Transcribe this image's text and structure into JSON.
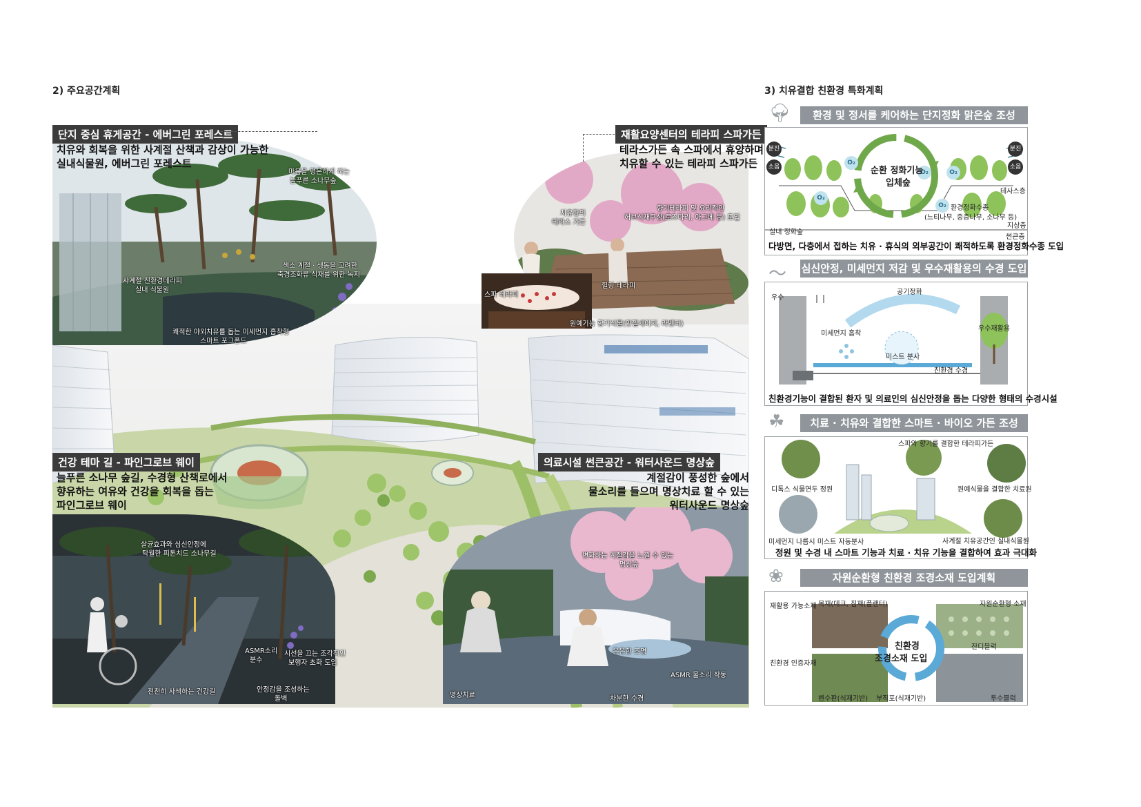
{
  "left": {
    "heading": "2) 주요공간계획",
    "evergreen": {
      "label": "단지 중심 휴게공간 - 에버그린 포레스트",
      "desc1": "치유와 회복을 위한 사계절 산책과 감상이 가능한",
      "desc2": "실내식물원, 에버그린 포레스트",
      "cap_pine1": "마음을 평온하게 하는",
      "cap_pine2": "늘푸른 소나무숲",
      "cap_indoor1": "사계절 친환경테라피",
      "cap_indoor2": "실내 식물원",
      "cap_color1": "색소 계절 · 생동을 고려한",
      "cap_color2": "축경조화류 식재를 위한 녹지",
      "cap_pond1": "쾌적한 야외치유를 돕는 미세먼지 흡착형",
      "cap_pond2": "스마트 포그폰드"
    },
    "therapy": {
      "label": "재활요양센터의 테라피 스파가든",
      "desc1": "테라스가든 속 스파에서 휴양하며",
      "desc2": "치유할 수 있는 테라피 스파가든",
      "cap_terrace1": "치유형의",
      "cap_terrace2": "테라스 가든",
      "cap_herb1": "향기테라피 및 요리적인",
      "cap_herb2": "허브식재구성(로즈마리, 아그베 등) 도입",
      "cap_spa": "스파 테라피",
      "cap_healing": "힐링 테라피",
      "cap_fragrance": "원예기능 향기식물(안젤세이지, 라벤더)"
    },
    "pinegrove": {
      "label": "건강 테마 길 - 파인그로브 웨이",
      "desc1": "늘푸른 소나무 숲길, 수경형 산책로에서",
      "desc2": "향유하는 여유와 건강을 회복을 돕는",
      "desc3": "파인그로브 웨이",
      "cap_pine1": "살균효과와 심신안정에",
      "cap_pine2": "탁월한 피톤치드 소나무길",
      "cap_asmr1": "ASMR소리",
      "cap_asmr2": "분수",
      "cap_seat1": "시선을 끄는 조각적인",
      "cap_seat2": "보행자 초화 도입",
      "cap_stroll": "천천히 사색하는 건강길",
      "cap_plant1": "안정감을 조성하는",
      "cap_plant2": "돌벽"
    },
    "water": {
      "label": "의료시설 썬큰공간 - 워터사운드 명상숲",
      "desc1": "계절감이 풍성한 숲에서",
      "desc2": "물소리를 들으며 명상치료 할 수 있는",
      "desc3": "워터사운드 명상숲",
      "cap_season1": "변화하는 계절감을 느낄 수 있는",
      "cap_season2": "명상숲",
      "cap_light": "은은한 조명",
      "cap_asmr": "ASMR 물소리 작동",
      "cap_meditation": "명상치료",
      "cap_water": "차분한 수경"
    }
  },
  "right": {
    "heading": "3) 치유결합 친환경 특화계획",
    "p1": {
      "title": "환경 및 정서를 케어하는 단지정화 맑은숲 조성",
      "badge_dust": "분진",
      "badge_noise": "소음",
      "center1": "순환 정화기능",
      "center2": "입체숲",
      "o2": "O₂",
      "terrace": "테사스층",
      "mgmt1": "환경정화수종",
      "mgmt2": "(느티나무, 중층나무, 소나무 등)",
      "ground": "지상층",
      "indoor": "실내 정화숲",
      "sunken": "썬큰층",
      "foot": "다방면, 다층에서 접하는 치유 · 휴식의 외부공간이 쾌적하도록 환경정화수종 도입"
    },
    "p2": {
      "title": "심신안정, 미세먼지 저감 및 우수재활용의 수경 도입",
      "rain": "우수",
      "air": "공기정화",
      "dust": "미세먼지 흡착",
      "mist": "미스트 분사",
      "reuse": "우수재활용",
      "eco_water": "친환경 수경",
      "foot": "친환경기능이 결합된 환자 및 의료인의 심신안정을 돕는 다양한 형태의 수경시설"
    },
    "p3": {
      "title": "치료 · 치유와 결합한 스마트 · 바이오 가든 조성",
      "c_spa": "스파와 향기를 결합한 테라피가든",
      "c_detox": "디톡스 식물연두 정원",
      "c_horti": "원예식물을 결합한 치료원",
      "c_mist": "미세먼지 나름시 미스트 자동분사",
      "c_season": "사계절 치유공간인 실내식물원",
      "foot": "정원 및 수경 내 스마트 기능과 치료 · 치유 기능을 결합하여 효과 극대화"
    },
    "p4": {
      "title": "자원순환형 친환경 조경소재 도입계획",
      "c_reuse": "재활용 가능소재",
      "c_wood": "목재(데크, 침재(플랜터)",
      "c_resource": "자원순환형 소재",
      "center1": "친환경",
      "center2": "조경소재 도입",
      "c_cert": "친환경 인증자재",
      "c_grass": "잔디블럭",
      "c_bench": "벤수판(식재기반)",
      "c_pave": "투수블럭",
      "c_subpave": "부직포(식재기반)"
    }
  },
  "colors": {
    "label_bg": "#3b3b3b",
    "panel_head": "#8f959a",
    "green": "#7fb04a",
    "cycle_green": "#6fa84a",
    "cycle_blue": "#5aa9d6"
  },
  "icons": [
    "tree-icon",
    "water-swirl-icon",
    "leaves-icon",
    "sprout-icon"
  ]
}
